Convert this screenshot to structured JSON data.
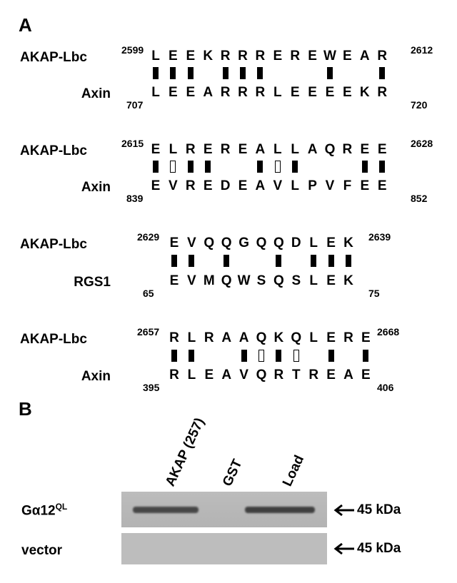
{
  "panel_a": {
    "label": "A",
    "blocks": [
      {
        "top_name": "AKAP-Lbc",
        "top_start": "2599",
        "top_end": "2612",
        "top_seq": [
          "L",
          "E",
          "E",
          "K",
          "R",
          "R",
          "R",
          "E",
          "R",
          "E",
          "W",
          "E",
          "A",
          "R"
        ],
        "marks": [
          "f",
          "f",
          "f",
          "",
          "f",
          "f",
          "f",
          "",
          "",
          "",
          "f",
          "",
          "",
          "f"
        ],
        "bottom_name": "Axin",
        "bottom_start": "707",
        "bottom_end": "720",
        "bottom_seq": [
          "L",
          "E",
          "E",
          "A",
          "R",
          "R",
          "R",
          "L",
          "E",
          "E",
          "E",
          "E",
          "K",
          "R"
        ]
      },
      {
        "top_name": "AKAP-Lbc",
        "top_start": "2615",
        "top_end": "2628",
        "top_seq": [
          "E",
          "L",
          "R",
          "E",
          "R",
          "E",
          "A",
          "L",
          "L",
          "A",
          "Q",
          "R",
          "E",
          "E"
        ],
        "marks": [
          "f",
          "o",
          "f",
          "f",
          "",
          "",
          "f",
          "o",
          "f",
          "",
          "",
          "",
          "f",
          "f"
        ],
        "bottom_name": "Axin",
        "bottom_start": "839",
        "bottom_end": "852",
        "bottom_seq": [
          "E",
          "V",
          "R",
          "E",
          "D",
          "E",
          "A",
          "V",
          "L",
          "P",
          "V",
          "F",
          "E",
          "E"
        ]
      },
      {
        "top_name": "AKAP-Lbc",
        "top_start": "2629",
        "top_end": "2639",
        "top_seq": [
          "E",
          "V",
          "Q",
          "Q",
          "G",
          "Q",
          "Q",
          "D",
          "L",
          "E",
          "K"
        ],
        "marks": [
          "f",
          "f",
          "",
          "f",
          "",
          "",
          "f",
          "",
          "f",
          "f",
          "f"
        ],
        "bottom_name": "RGS1",
        "bottom_start": "65",
        "bottom_end": "75",
        "bottom_seq": [
          "E",
          "V",
          "M",
          "Q",
          "W",
          "S",
          "Q",
          "S",
          "L",
          "E",
          "K"
        ]
      },
      {
        "top_name": "AKAP-Lbc",
        "top_start": "2657",
        "top_end": "2668",
        "top_seq": [
          "R",
          "L",
          "R",
          "A",
          "A",
          "Q",
          "K",
          "Q",
          "L",
          "E",
          "R",
          "E"
        ],
        "marks": [
          "f",
          "f",
          "",
          "",
          "f",
          "o",
          "f",
          "o",
          "",
          "f",
          "",
          "f"
        ],
        "bottom_name": "Axin",
        "bottom_start": "395",
        "bottom_end": "406",
        "bottom_seq": [
          "R",
          "L",
          "E",
          "A",
          "V",
          "Q",
          "R",
          "T",
          "R",
          "E",
          "A",
          "E"
        ]
      }
    ]
  },
  "panel_b": {
    "label": "B",
    "lanes": [
      "AKAP (257)",
      "GST",
      "Load"
    ],
    "blots": [
      {
        "name_main": "Gα12",
        "name_sup": "QL",
        "size_label": "45 kDa",
        "bands": [
          0.8,
          0.0,
          0.85
        ]
      },
      {
        "name_main": "vector",
        "name_sup": "",
        "size_label": "45 kDa",
        "bands": [
          0.0,
          0.0,
          0.0
        ]
      }
    ]
  }
}
